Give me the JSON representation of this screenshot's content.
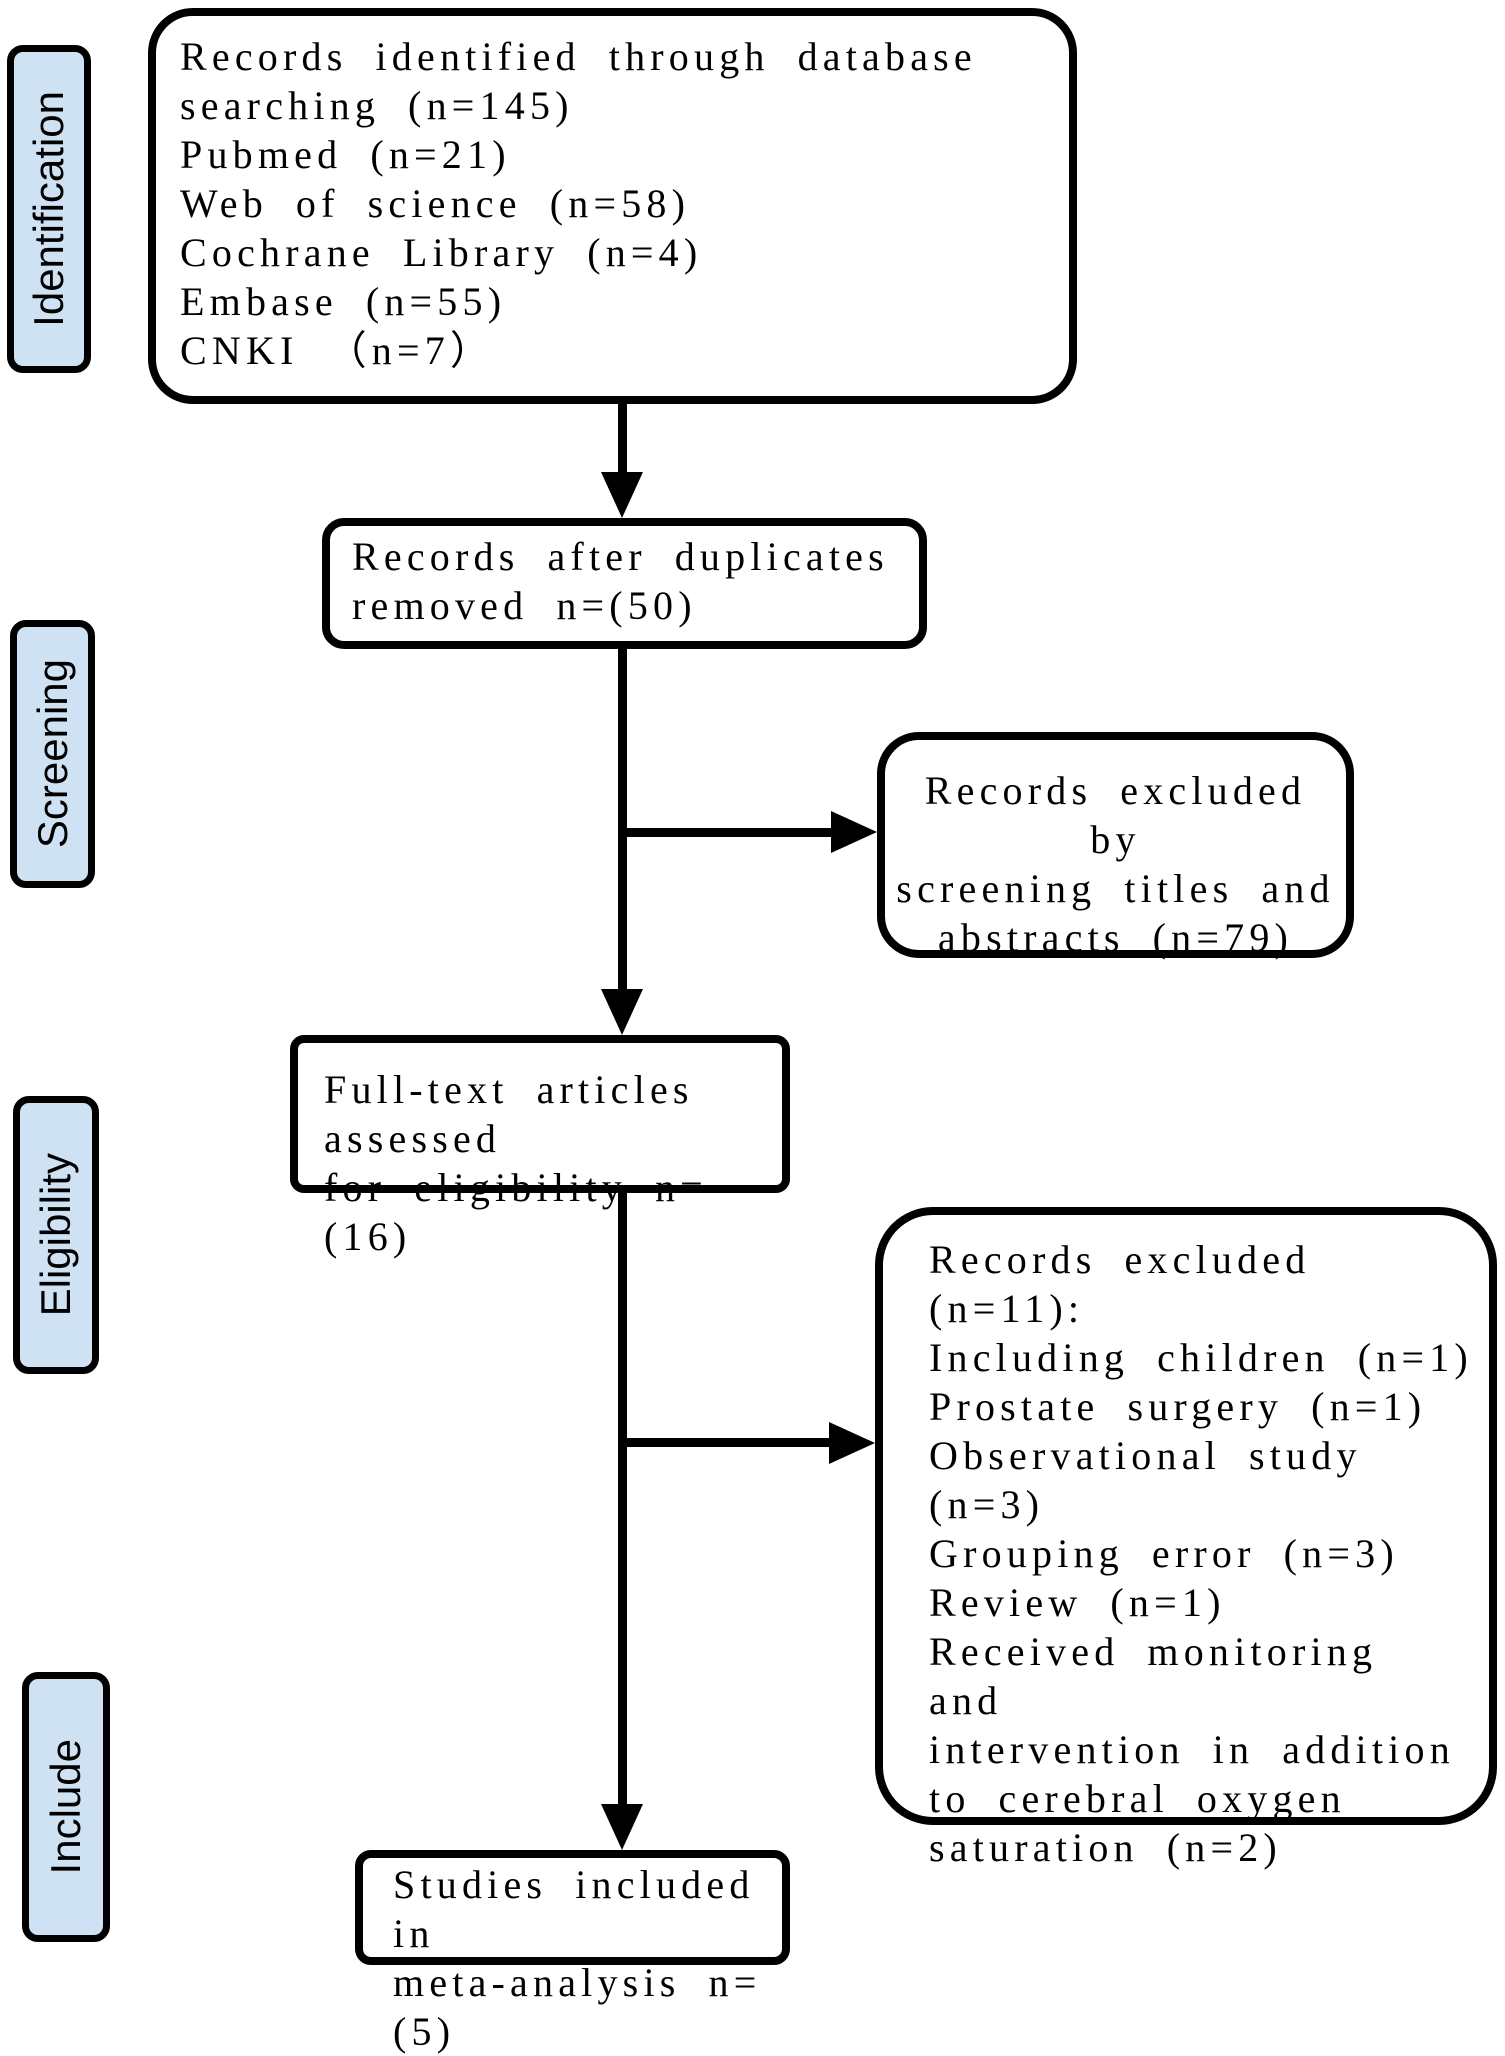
{
  "palette": {
    "stage_label_fill": "#cfe2f3",
    "line_and_border": "#000000",
    "background": "#ffffff"
  },
  "stage_labels": [
    {
      "id": "identification",
      "text": "Identification"
    },
    {
      "id": "screening",
      "text": "Screening"
    },
    {
      "id": "eligibility",
      "text": "Eligibility"
    },
    {
      "id": "include",
      "text": "Include"
    }
  ],
  "boxes": {
    "identified": {
      "lines": [
        "Records identified through database",
        "searching (n=145)",
        "Pubmed (n=21)",
        "Web of science (n=58)",
        "Cochrane Library (n=4)",
        "Embase (n=55)",
        "CNKI （n=7）"
      ]
    },
    "duplicates_removed": {
      "lines": [
        "Records after duplicates",
        "removed n=(50)"
      ]
    },
    "excluded_screening": {
      "lines": [
        "Records excluded by",
        "screening titles and",
        "abstracts (n=79)"
      ]
    },
    "fulltext_assessed": {
      "lines": [
        "Full-text articles assessed",
        "for eligibility n=(16)"
      ]
    },
    "excluded_eligibility": {
      "lines": [
        "Records excluded (n=11):",
        "Including children (n=1)",
        "Prostate surgery (n=1)",
        "Observational study",
        "(n=3)",
        "Grouping error (n=3)",
        "Review (n=1)",
        "Received monitoring and",
        "intervention in addition",
        "to cerebral oxygen",
        "saturation (n=2)"
      ]
    },
    "included_meta_analysis": {
      "lines": [
        "Studies included in",
        "meta-analysis n=(5)"
      ]
    }
  }
}
